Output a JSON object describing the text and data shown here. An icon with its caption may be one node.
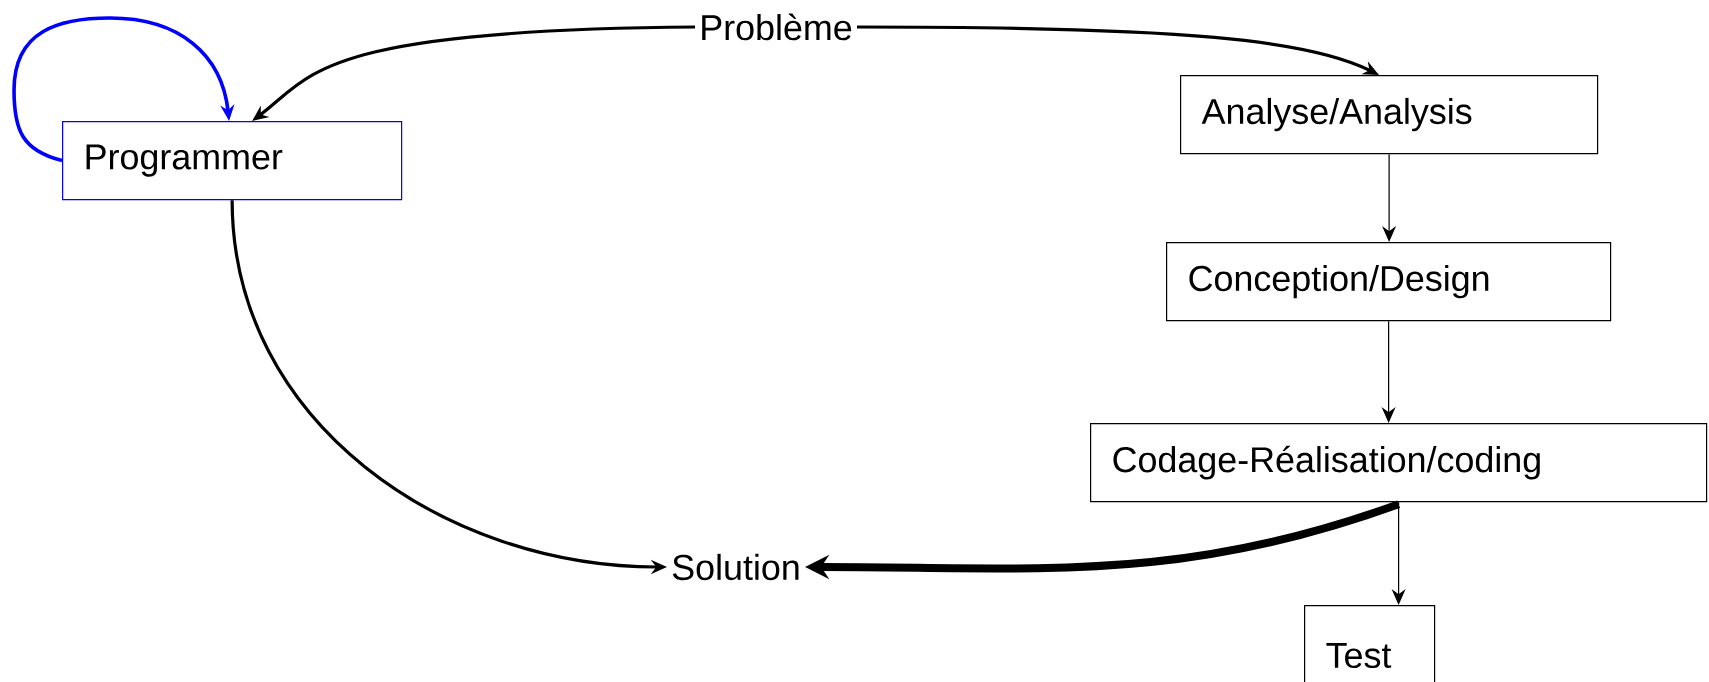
{
  "diagram": {
    "nodes": [
      {
        "text": [
          "Problème"
        ]
      },
      {
        "text": [
          "Programmer"
        ]
      },
      {
        "text": [
          "Analyse/Analysis"
        ]
      },
      {
        "text": [
          "Conception/Design"
        ]
      },
      {
        "text": [
          "Codage-Réalisation/coding"
        ]
      },
      {
        "text": [
          "Solution"
        ]
      },
      {
        "text": [
          "Test"
        ]
      }
    ],
    "edges": [
      {
        "from": 0,
        "to": 1,
        "arrow": "to"
      },
      {
        "from": 0,
        "to": 2,
        "arrow": "to"
      },
      {
        "from": 1,
        "to": 1,
        "arrow": "to",
        "color": "#0000ff"
      },
      {
        "from": 1,
        "to": 5,
        "arrow": "to"
      },
      {
        "from": 2,
        "to": 3,
        "arrow": "to"
      },
      {
        "from": 3,
        "to": 4,
        "arrow": "to"
      },
      {
        "from": 4,
        "to": 6,
        "arrow": "to"
      },
      {
        "from": 4,
        "to": 5,
        "arrow": "to",
        "style": "thick"
      }
    ]
  }
}
